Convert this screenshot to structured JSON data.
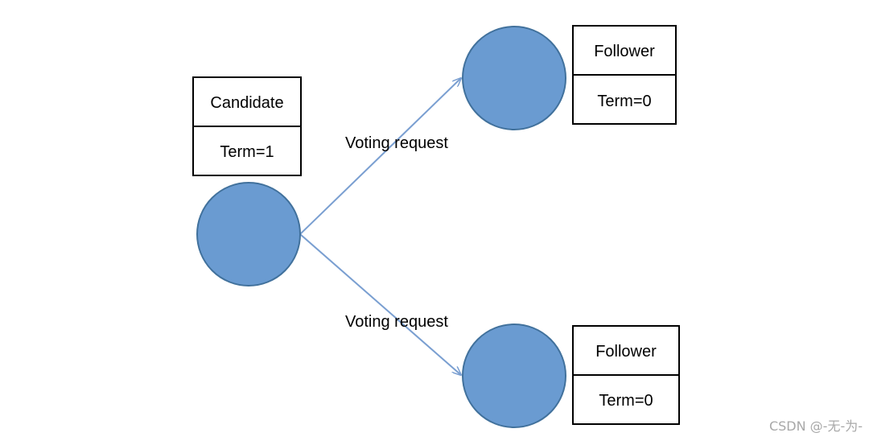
{
  "colors": {
    "node_fill": "#6a9bd1",
    "node_stroke": "#41719c",
    "arrow": "#7a9fd1",
    "box_stroke": "#000000"
  },
  "nodes": {
    "candidate": {
      "role": "Candidate",
      "term": "Term=1"
    },
    "follower_top": {
      "role": "Follower",
      "term": "Term=0"
    },
    "follower_bottom": {
      "role": "Follower",
      "term": "Term=0"
    }
  },
  "edges": {
    "to_top": {
      "label": "Voting request"
    },
    "to_bottom": {
      "label": "Voting request"
    }
  },
  "watermark": "CSDN @-无-为-"
}
